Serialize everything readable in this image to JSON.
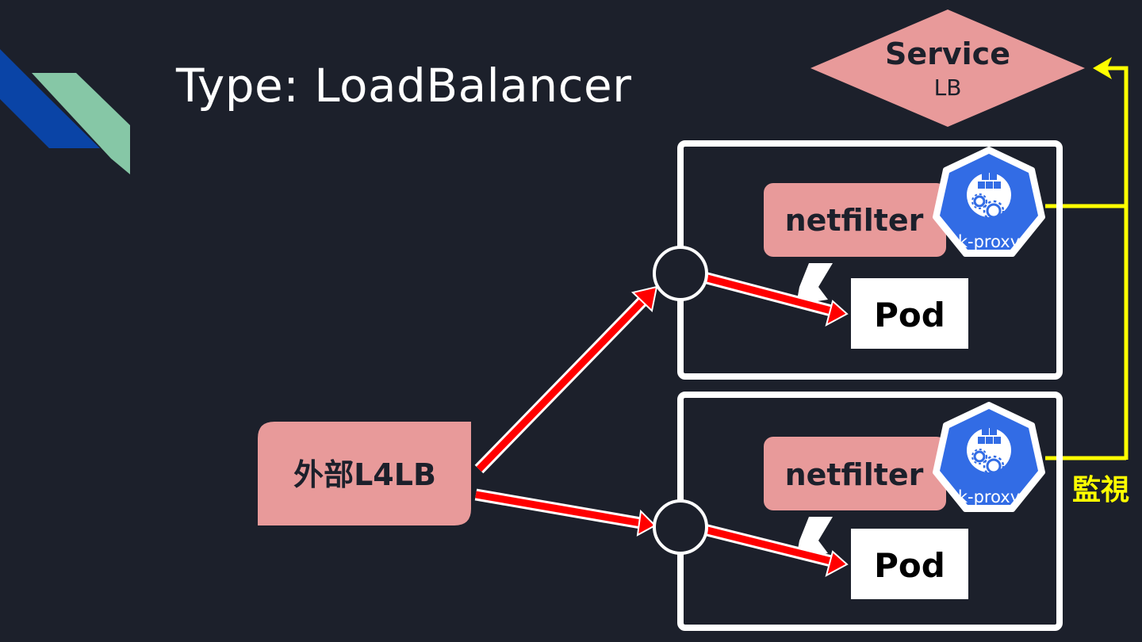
{
  "slide": {
    "title": "Type: LoadBalancer"
  },
  "service": {
    "label": "Service",
    "sublabel": "LB"
  },
  "external_lb": {
    "label": "外部L4LB"
  },
  "nodes": [
    {
      "netfilter_label": "netfilter",
      "pod_label": "Pod",
      "kproxy_label": "k-proxy"
    },
    {
      "netfilter_label": "netfilter",
      "pod_label": "Pod",
      "kproxy_label": "k-proxy"
    }
  ],
  "watch_label": "監視",
  "colors": {
    "background": "#1c202b",
    "box_fill": "#e89a9a",
    "arrow_red": "#ff0000",
    "watch_yellow": "#ffff00",
    "kproxy_blue": "#326ce5",
    "accent_blue": "#0a44a6",
    "accent_green": "#86c7a6"
  }
}
